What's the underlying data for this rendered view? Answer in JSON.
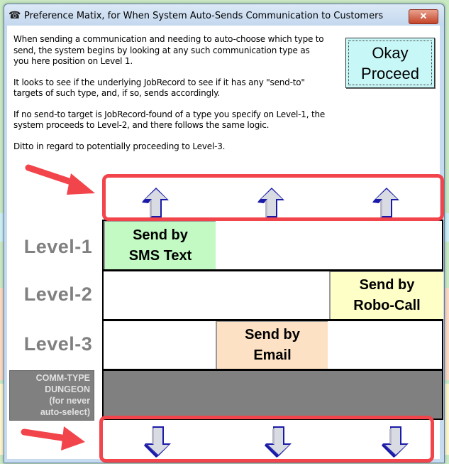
{
  "window": {
    "title": "Preference Matix, for When System Auto-Sends Communication to Customers",
    "icon": "telephone-icon",
    "close_label": "✕"
  },
  "intro": {
    "paragraphs": [
      "When sending a communication and needing to auto-choose which type to send, the system begins by looking at any such communication type as you here position on Level 1.",
      "It looks to see if the underlying JobRecord to see if it has any \"send-to\" targets of such type, and, if so, sends accordingly.",
      "If no send-to target is JobRecord-found of a type you specify on Level-1, the system proceeds to Level-2, and there follows the same logic.",
      "Ditto in regard to potentially proceeding to Level-3."
    ]
  },
  "okay_button": {
    "line1": "Okay",
    "line2": "Proceed"
  },
  "up_arrows": [
    {
      "icon": "up-arrow-icon",
      "column": 1
    },
    {
      "icon": "up-arrow-icon",
      "column": 2
    },
    {
      "icon": "up-arrow-icon",
      "column": 3
    }
  ],
  "down_arrows": [
    {
      "icon": "down-arrow-icon",
      "column": 1
    },
    {
      "icon": "down-arrow-icon",
      "column": 2
    },
    {
      "icon": "down-arrow-icon",
      "column": 3
    }
  ],
  "levels": [
    {
      "label": "Level-1",
      "chip": {
        "line1": "Send by",
        "line2": "SMS Text",
        "column": 1,
        "color": "#c3fac3"
      }
    },
    {
      "label": "Level-2",
      "chip": {
        "line1": "Send by",
        "line2": "Robo-Call",
        "column": 3,
        "color": "#fefec7"
      }
    },
    {
      "label": "Level-3",
      "chip": {
        "line1": "Send by",
        "line2": "Email",
        "column": 2,
        "color": "#fde1c4"
      }
    }
  ],
  "dungeon": {
    "line1": "COMM-TYPE",
    "line2": "DUNGEON",
    "line3": "(for never",
    "line4": "auto-select)",
    "color": "#808080"
  },
  "annotation_color": "#f2444b"
}
